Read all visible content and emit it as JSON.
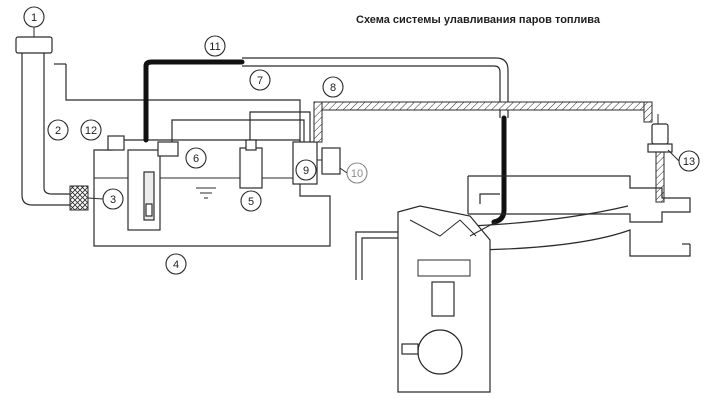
{
  "title": "Схема системы улавливания паров топлива",
  "callouts": [
    {
      "id": "1",
      "label": "1"
    },
    {
      "id": "2",
      "label": "2"
    },
    {
      "id": "3",
      "label": "3"
    },
    {
      "id": "4",
      "label": "4"
    },
    {
      "id": "5",
      "label": "5"
    },
    {
      "id": "6",
      "label": "6"
    },
    {
      "id": "7",
      "label": "7"
    },
    {
      "id": "8",
      "label": "8"
    },
    {
      "id": "9",
      "label": "9"
    },
    {
      "id": "10",
      "label": "10"
    },
    {
      "id": "11",
      "label": "11"
    },
    {
      "id": "12",
      "label": "12"
    },
    {
      "id": "13",
      "label": "13"
    }
  ]
}
